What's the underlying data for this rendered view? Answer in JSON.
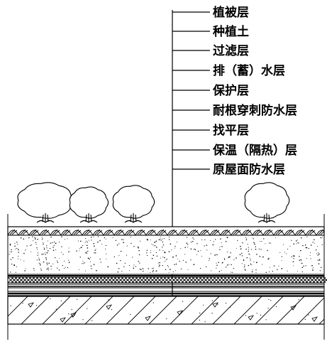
{
  "labels": [
    {
      "text": "植被层"
    },
    {
      "text": "种植土"
    },
    {
      "text": "过滤层"
    },
    {
      "text": "排（蓄）水层"
    },
    {
      "text": "保护层"
    },
    {
      "text": "耐根穿刺防水层"
    },
    {
      "text": "找平层"
    },
    {
      "text": "保温（隔热）层"
    },
    {
      "text": "原屋面防水层"
    }
  ],
  "layers": [
    {
      "name": "vegetation",
      "icon": "tree-icon"
    },
    {
      "name": "planting-soil",
      "pattern": "stipple"
    },
    {
      "name": "filter",
      "pattern": "line"
    },
    {
      "name": "drainage-storage",
      "pattern": "cross-hatch"
    },
    {
      "name": "protection",
      "pattern": "thin-bands"
    },
    {
      "name": "root-resistant-waterproof",
      "pattern": "line"
    },
    {
      "name": "leveling",
      "pattern": "fine-stipple"
    },
    {
      "name": "insulation",
      "pattern": "solid-band"
    },
    {
      "name": "structural-slab",
      "pattern": "diagonal-hatch-with-aggregate"
    }
  ],
  "colors": {
    "line": "#000000",
    "background": "#ffffff"
  }
}
